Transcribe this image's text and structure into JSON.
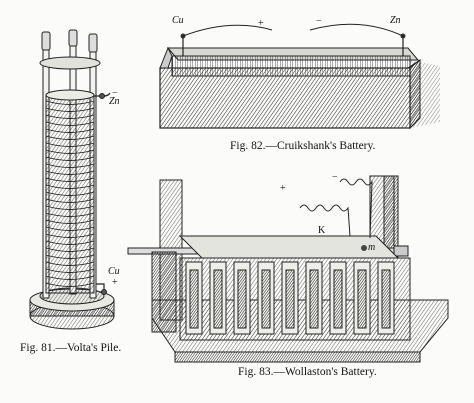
{
  "captions": {
    "fig81": "Fig. 81.—Volta's Pile.",
    "fig82": "Fig. 82.—Cruikshank's Battery.",
    "fig83": "Fig. 83.—Wollaston's Battery."
  },
  "labels": {
    "cu_volta": "Cu",
    "zn_volta": "Zn",
    "plus_volta": "+",
    "minus_volta": "−",
    "cu_cruik": "Cu",
    "plus_cruik": "+",
    "minus_cruik": "−",
    "zn_cruik": "Zn",
    "plus_woll": "+",
    "minus_woll": "−",
    "k_woll": "K",
    "m_woll": "m"
  }
}
